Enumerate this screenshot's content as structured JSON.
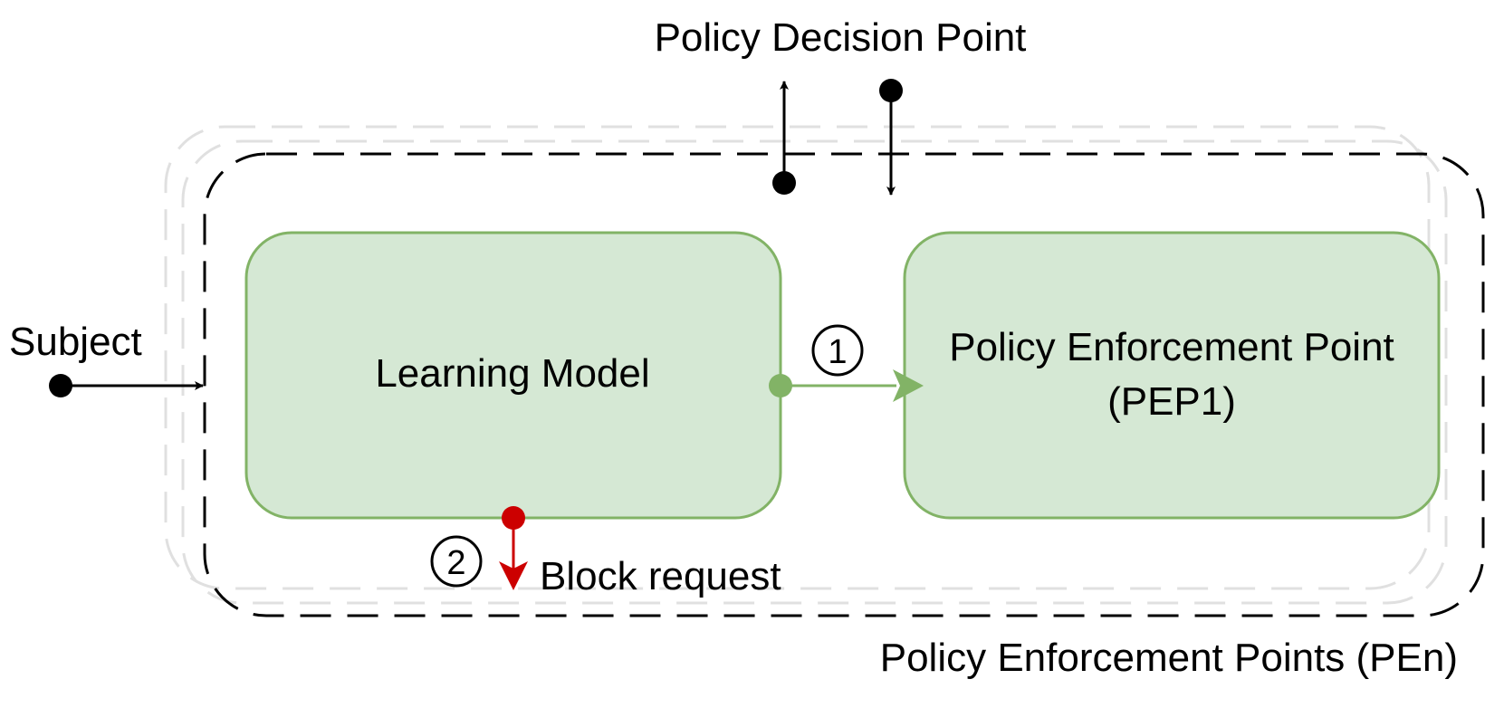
{
  "labels": {
    "pdp": "Policy Decision Point",
    "subject": "Subject",
    "learning_model": "Learning Model",
    "pep_line1": "Policy Enforcement Point",
    "pep_line2": "(PEP1)",
    "step1": "1",
    "step2": "2",
    "block_request": "Block request",
    "pen": "Policy Enforcement Points (PEn)"
  },
  "colors": {
    "box_fill": "#d5e8d4",
    "box_stroke": "#82b366",
    "block_arrow": "#cc0000",
    "line": "#000000",
    "ghost_border": "#e0e0e0"
  }
}
